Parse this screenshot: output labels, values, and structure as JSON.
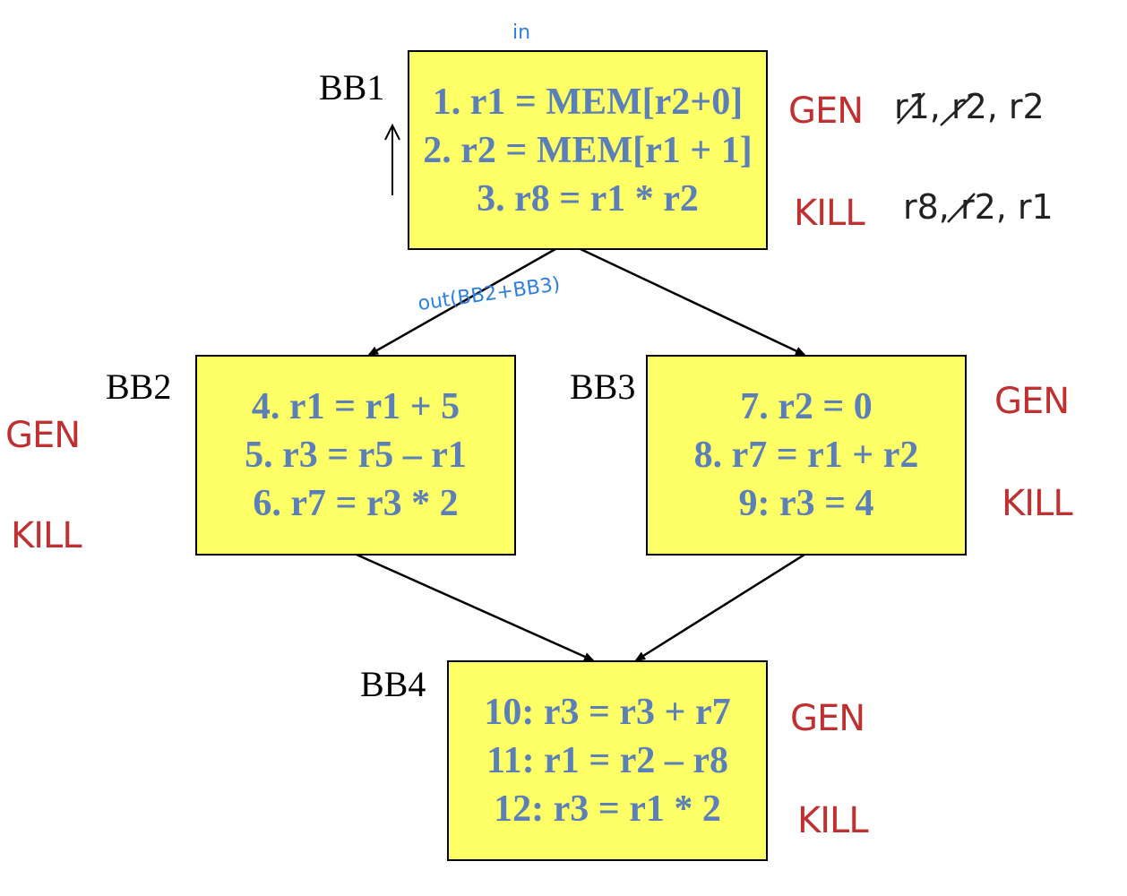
{
  "blocks": {
    "bb1": {
      "label": "BB1",
      "instructions": [
        "1. r1 = MEM[r2+0]",
        "2. r2 = MEM[r1 + 1]",
        "3. r8 = r1 * r2"
      ]
    },
    "bb2": {
      "label": "BB2",
      "instructions": [
        "4. r1 = r1 + 5",
        "5. r3 = r5 – r1",
        "6. r7 = r3 * 2"
      ]
    },
    "bb3": {
      "label": "BB3",
      "instructions": [
        "7. r2 = 0",
        "8. r7 = r1 + r2",
        "9: r3 = 4"
      ]
    },
    "bb4": {
      "label": "BB4",
      "instructions": [
        "10: r3 = r3 + r7",
        "11: r1 = r2 – r8",
        "12: r3 = r1 * 2"
      ]
    }
  },
  "annotations": {
    "bb1_in": "in",
    "bb1_out": "out(BB2+BB3)",
    "bb1_gen_label": "GEN",
    "bb1_gen_values": "r1, r2, r2",
    "bb1_kill_label": "KILL",
    "bb1_kill_values": "r8, r2, r1",
    "bb2_gen_label": "GEN",
    "bb2_kill_label": "KILL",
    "bb3_gen_label": "GEN",
    "bb3_kill_label": "KILL",
    "bb4_gen_label": "GEN",
    "bb4_kill_label": "KILL"
  },
  "colors": {
    "block_fill": "#ffff66",
    "instruction_text": "#5b7fb8",
    "annotation_red": "#c03030",
    "annotation_blue": "#2f7fe0"
  }
}
